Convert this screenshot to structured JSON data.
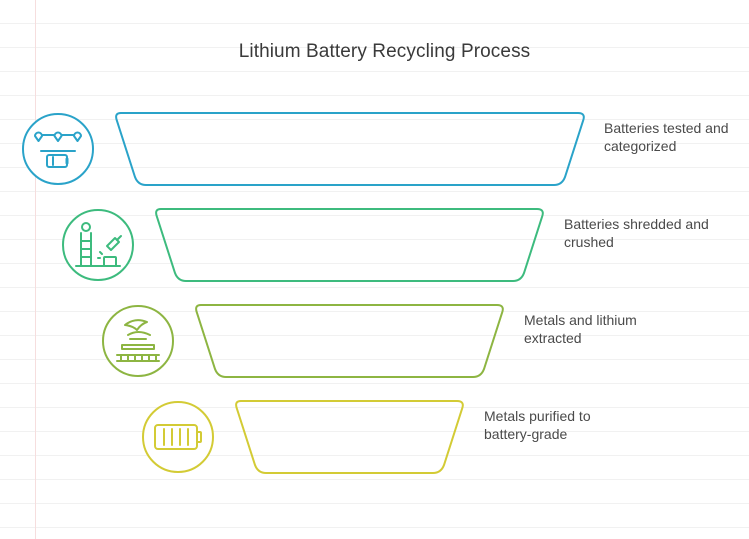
{
  "title": "Lithium Battery Recycling Process",
  "steps": [
    {
      "label": "Batteries tested and categorized",
      "color": "#2aa3c9",
      "icon": "battery-test-icon"
    },
    {
      "label": "Batteries shredded and crushed",
      "color": "#3dbb7e",
      "icon": "shredder-icon"
    },
    {
      "label": "Metals and lithium extracted",
      "color": "#8db542",
      "icon": "extraction-icon"
    },
    {
      "label": "Metals purified to battery-grade",
      "color": "#d3cb35",
      "icon": "battery-icon"
    }
  ]
}
